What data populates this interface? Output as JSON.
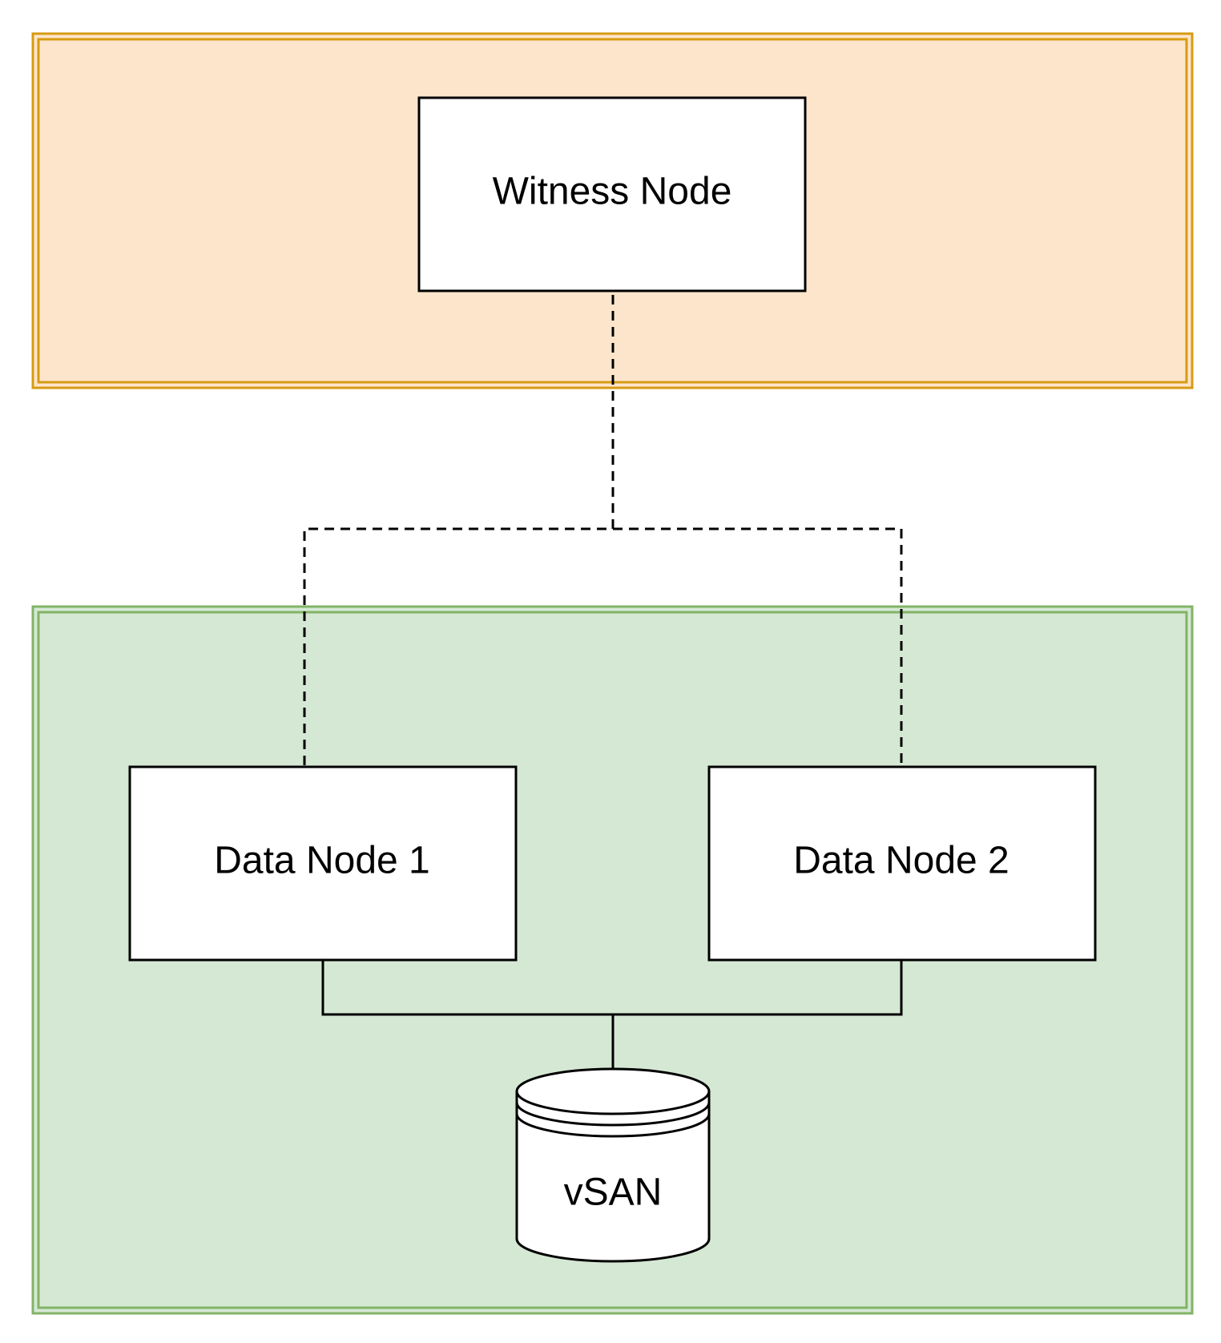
{
  "colors": {
    "top_zone_fill": "#fde5cc",
    "top_zone_border": "#d69b12",
    "bottom_zone_fill": "#d5e8d4",
    "bottom_zone_border": "#82b366",
    "node_fill": "#ffffff",
    "line": "#000000"
  },
  "witness_node": {
    "label": "Witness Node"
  },
  "data_node_1": {
    "label": "Data Node 1"
  },
  "data_node_2": {
    "label": "Data Node 2"
  },
  "storage": {
    "label": "vSAN",
    "icon": "database-cylinder-icon"
  },
  "connections": [
    {
      "from": "witness_node",
      "to": "data_node_1",
      "style": "dashed"
    },
    {
      "from": "witness_node",
      "to": "data_node_2",
      "style": "dashed"
    },
    {
      "from": "data_node_1",
      "to": "storage",
      "style": "solid"
    },
    {
      "from": "data_node_2",
      "to": "storage",
      "style": "solid"
    }
  ]
}
